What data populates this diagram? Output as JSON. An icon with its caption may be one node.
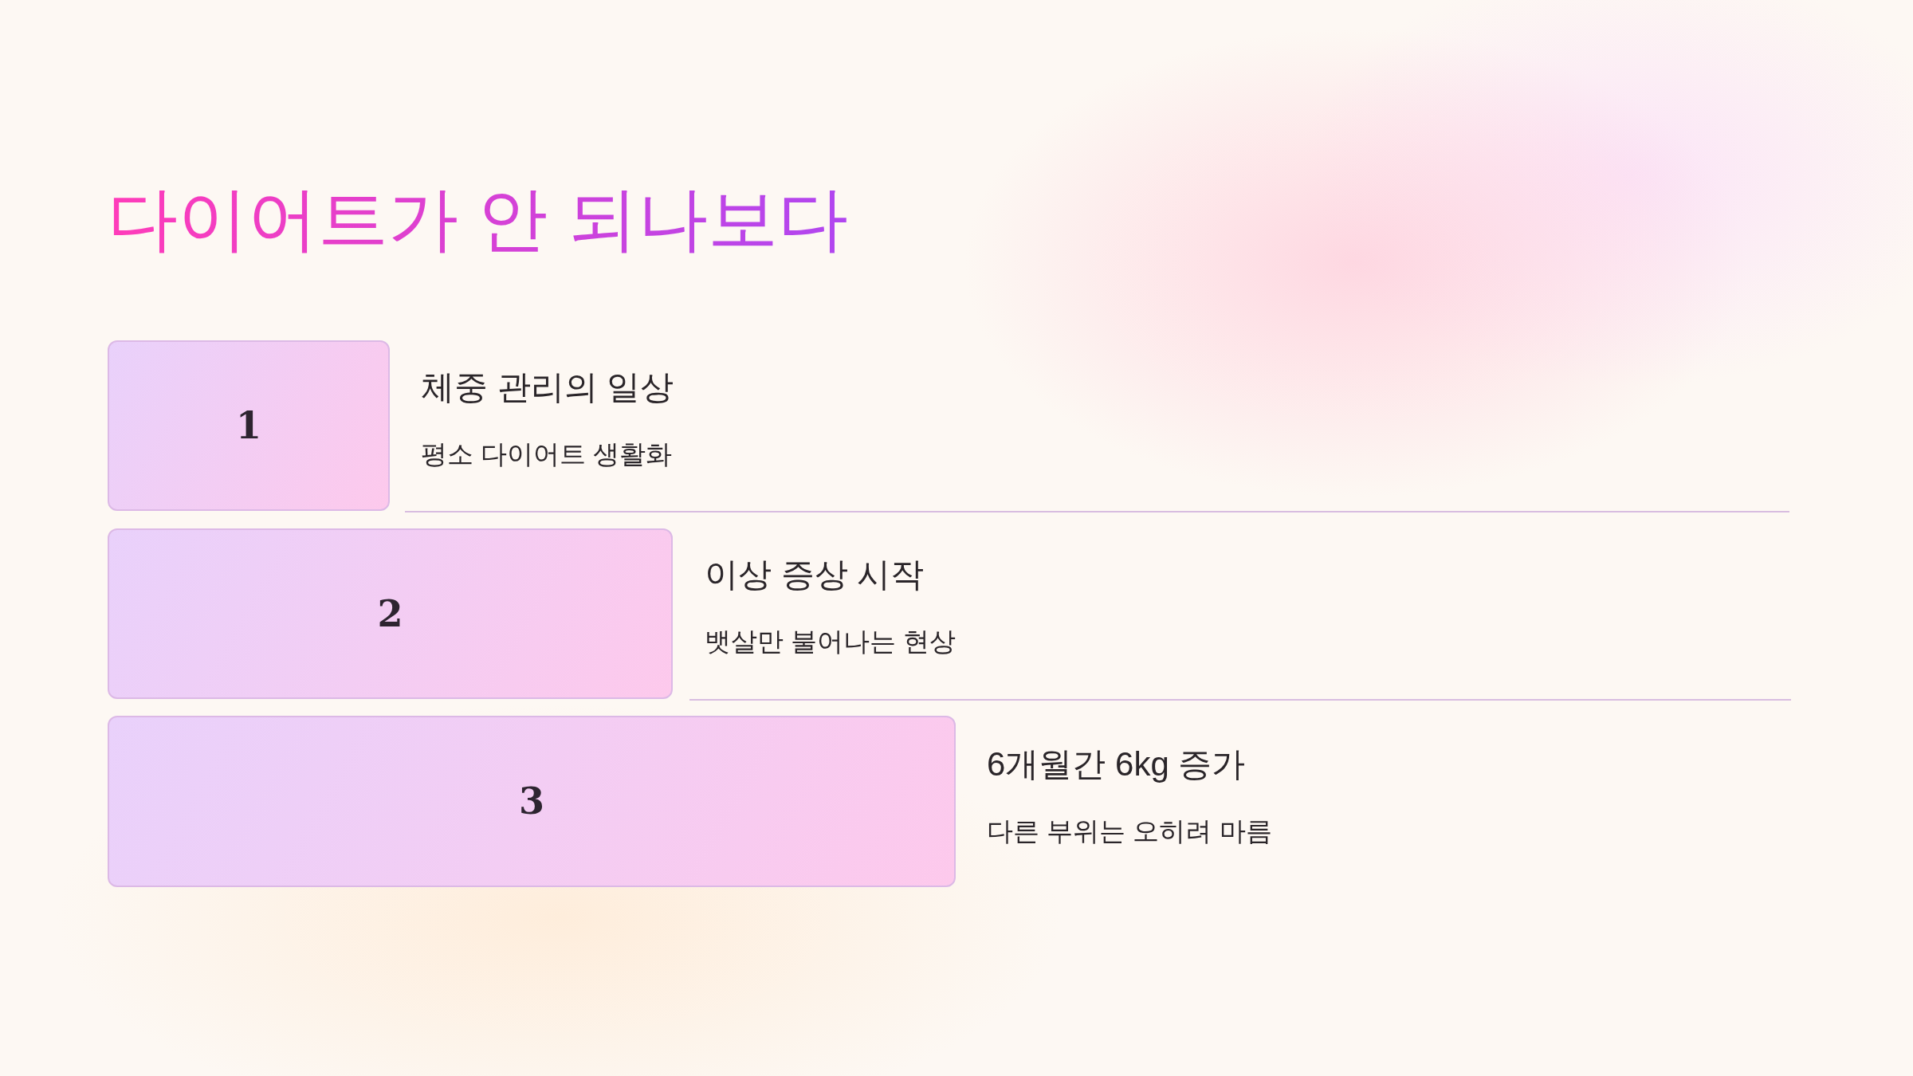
{
  "diagram": {
    "title": "다이어트가 안 되나보다",
    "nodes": [
      {
        "text": [
          "1"
        ],
        "beside": [
          "체중 관리의 일상",
          "평소 다이어트 생활화"
        ]
      },
      {
        "text": [
          "2"
        ],
        "beside": [
          "이상 증상 시작",
          "뱃살만 불어나는 현상"
        ]
      },
      {
        "text": [
          "3"
        ],
        "beside": [
          "6개월간 6kg 증가",
          "다른 부위는 오히려 마름"
        ]
      }
    ]
  }
}
